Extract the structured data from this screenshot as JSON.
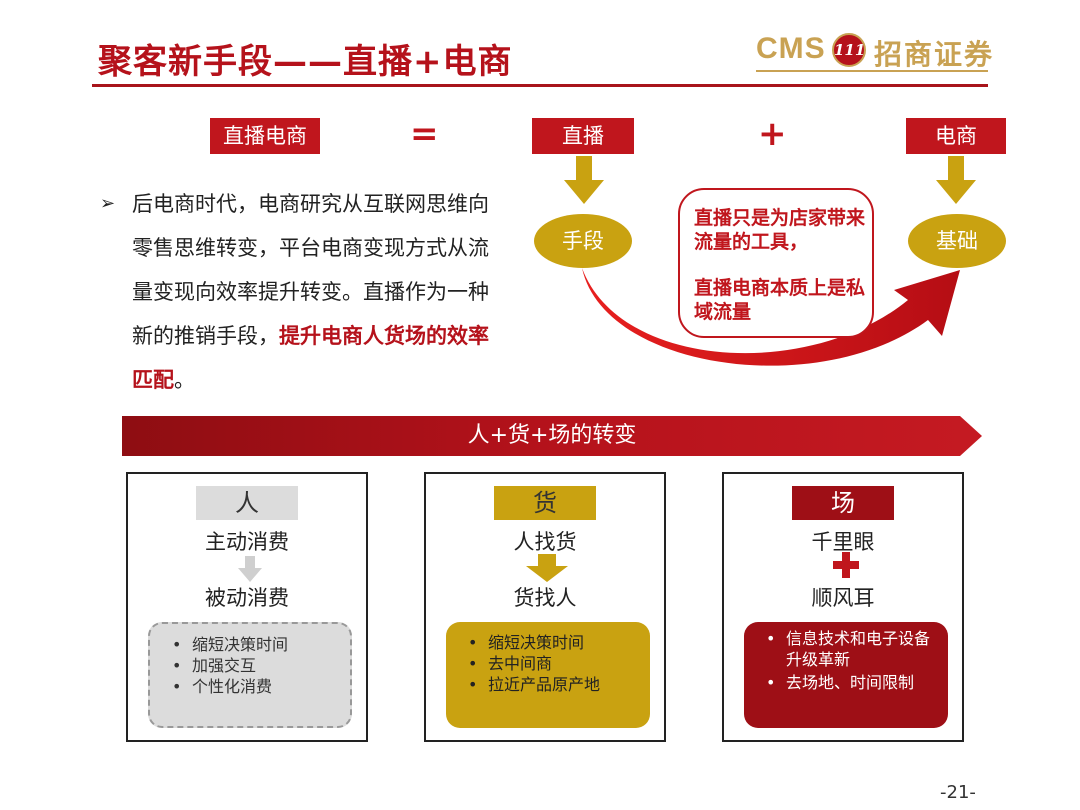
{
  "title": "聚客新手段——直播+电商",
  "logo": {
    "latin": "CMS",
    "badge": "111",
    "chinese": "招商证券"
  },
  "equation": {
    "left": "直播电商",
    "equals": "=",
    "middle": "直播",
    "plus": "+",
    "right": "电商"
  },
  "ovals": {
    "left": "手段",
    "right": "基础"
  },
  "callout": {
    "line1": "直播只是为店家带来流量的工具，",
    "line2": "直播电商本质上是私域流量"
  },
  "bullet": {
    "marker": "➢",
    "text": "后电商时代，电商研究从互联网思维向零售思维转变，平台电商变现方式从流量变现向效率提升转变。直播作为一种新的推销手段，",
    "highlight": "提升电商人货场的效率匹配",
    "end": "。"
  },
  "banner": "人+货+场的转变",
  "panels": [
    {
      "tag": "人",
      "from": "主动消费",
      "to": "被动消费",
      "points": [
        "缩短决策时间",
        "加强交互",
        "个性化消费"
      ]
    },
    {
      "tag": "货",
      "from": "人找货",
      "to": "货找人",
      "points": [
        "缩短决策时间",
        "去中间商",
        "拉近产品原产地"
      ]
    },
    {
      "tag": "场",
      "from": "千里眼",
      "to": "顺风耳",
      "points": [
        "信息技术和电子设备升级革新",
        "去场地、时间限制"
      ]
    }
  ],
  "page_number": "-21-",
  "colors": {
    "brand_red": "#b5121b",
    "gold": "#c9a211",
    "logo_gold": "#c9a253",
    "gray_box": "#dcdcdc",
    "dark_red": "#9e0f16"
  }
}
